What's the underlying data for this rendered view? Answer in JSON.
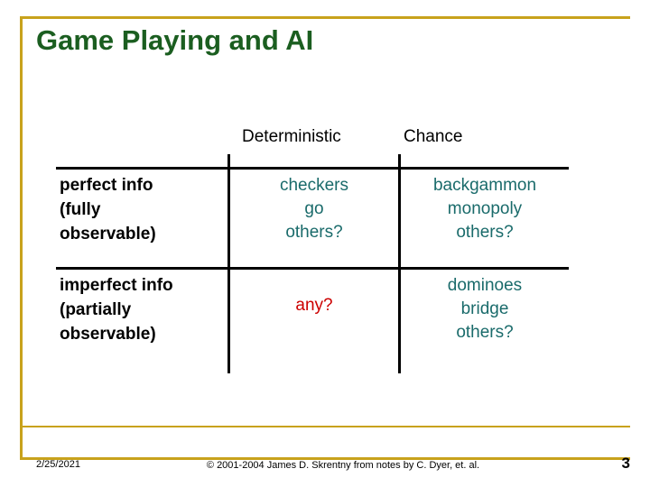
{
  "slide": {
    "title": "Game Playing and AI",
    "accent_color": "#c8a21c",
    "title_color": "#1b5e20"
  },
  "matrix": {
    "column_headers": {
      "deterministic": "Deterministic",
      "chance": "Chance"
    },
    "row_headers": {
      "perfect": "perfect info\n(fully\nobservable)",
      "imperfect": "imperfect info\n(partially\nobservable)"
    },
    "cells": {
      "perfect_deterministic": "checkers\ngo\nothers?",
      "perfect_chance": "backgammon\nmonopoly\nothers?",
      "imperfect_deterministic": "any?",
      "imperfect_chance": "dominoes\nbridge\nothers?"
    },
    "cell_colors": {
      "teal": "#1a6b6b",
      "red": "#cc0000"
    }
  },
  "footer": {
    "date": "2/25/2021",
    "credit": "© 2001-2004 James D. Skrentny from notes by C. Dyer, et. al.",
    "page_number": "3"
  }
}
